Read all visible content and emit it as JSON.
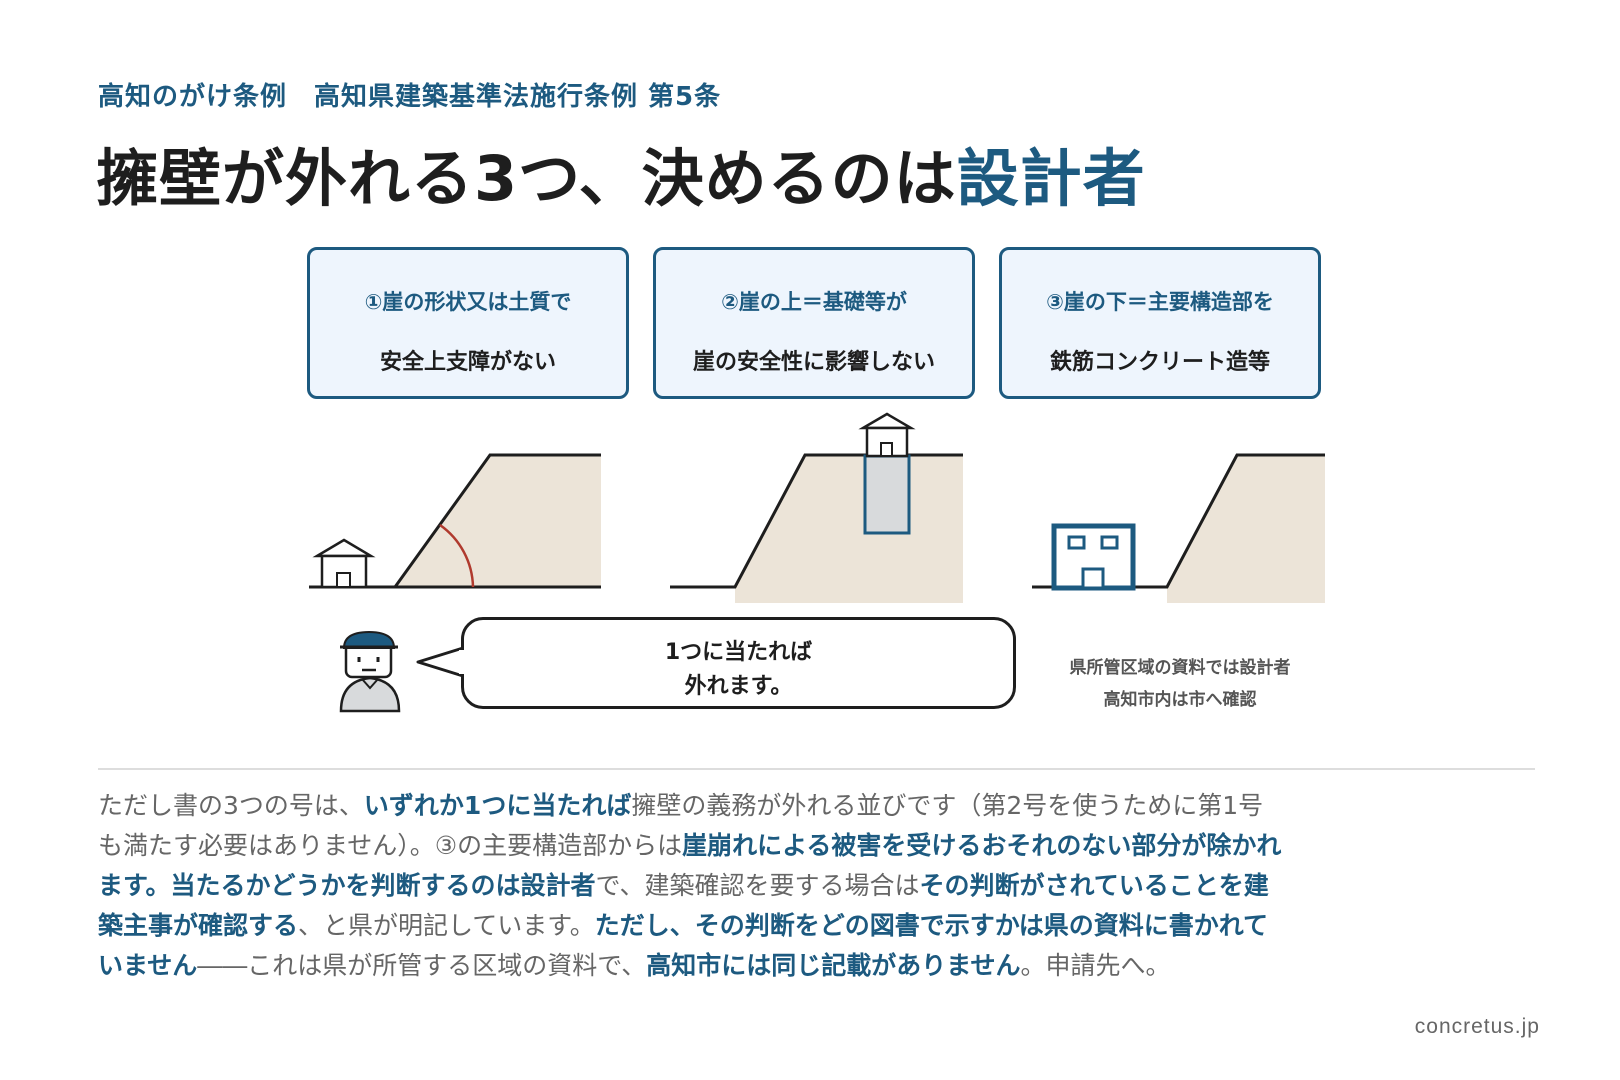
{
  "header": {
    "kicker": "高知のがけ条例　高知県建築基準法施行条例 第5条",
    "title_main": "擁壁が外れる3つ、決めるのは",
    "title_accent": "設計者"
  },
  "conditions": [
    {
      "line1": "①崖の形状又は土質で",
      "line2": "安全上支障がない"
    },
    {
      "line1": "②崖の上＝基礎等が",
      "line2": "崖の安全性に影響しない"
    },
    {
      "line1": "③崖の下＝主要構造部を",
      "line2": "鉄筋コンクリート造等"
    }
  ],
  "speech": {
    "line1": "1つに当たれば",
    "line2": "外れます。"
  },
  "side_note": {
    "line1": "県所管区域の資料では設計者",
    "line2": "高知市内は市へ確認"
  },
  "body": [
    {
      "t": "ただし書の3つの号は、",
      "em": false
    },
    {
      "t": "いずれか1つに当たれば",
      "em": true
    },
    {
      "t": "擁壁の義務が外れる並びです（第2号を使うために第1号も満たす必要はありません）。③の主要構造部からは",
      "em": false
    },
    {
      "t": "崖崩れによる被害を受けるおそれのない部分が除かれます。当たるかどうかを判断するのは設計者",
      "em": true
    },
    {
      "t": "で、建築確認を要する場合は",
      "em": false
    },
    {
      "t": "その判断がされていることを建築主事が確認する",
      "em": true
    },
    {
      "t": "、と県が明記しています。",
      "em": false
    },
    {
      "t": "ただし、その判断をどの図書で示すかは県の資料に書かれていません",
      "em": true
    },
    {
      "t": "――これは県が所管する区域の資料で、",
      "em": false
    },
    {
      "t": "高知市には同じ記載がありません",
      "em": true
    },
    {
      "t": "。申請先へ。",
      "em": false
    }
  ],
  "footer": {
    "site": "concretus.jp"
  },
  "colors": {
    "accent": "#1d5a80",
    "card_fill": "#eef5fd",
    "slope_fill": "#ece4d8",
    "angle_arc": "#b03a2e"
  }
}
